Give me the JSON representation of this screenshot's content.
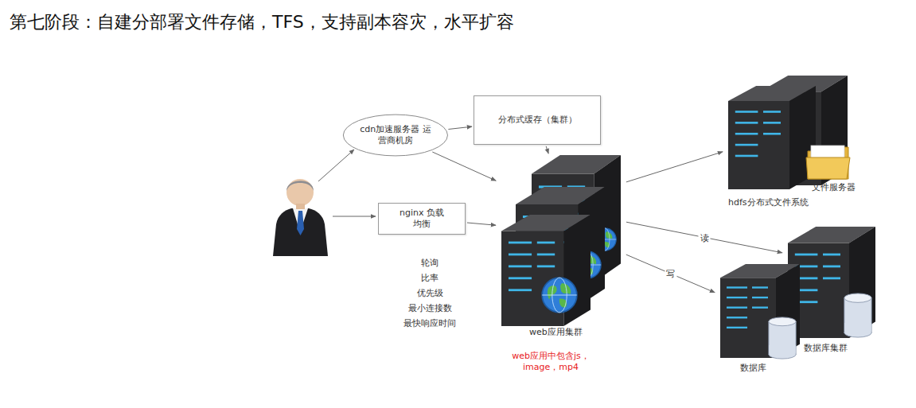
{
  "diagram": {
    "title": "第七阶段：自建分部署文件存储，TFS，支持副本容灾，水平扩容",
    "nodes": [
      {
        "text": [
          "cdn加速服务器 运营商机房"
        ]
      },
      {
        "text": [
          "分布式缓存（集群）"
        ]
      },
      {
        "text": [
          "nginx 负载均衡"
        ]
      },
      {
        "text": [
          "web应用集群"
        ]
      },
      {
        "text": [
          "hdfs分布式文件系统",
          "文件服务器"
        ]
      },
      {
        "text": [
          "数据库集群"
        ]
      },
      {
        "text": [
          "数据库"
        ]
      }
    ],
    "edges": [
      {
        "from": 0,
        "to": 1,
        "arrow": "to"
      },
      {
        "from": 0,
        "to": 3,
        "arrow": "to"
      },
      {
        "from": 1,
        "to": 3,
        "arrow": "to"
      },
      {
        "from": 2,
        "to": 3,
        "arrow": "to"
      },
      {
        "from": 3,
        "to": 4,
        "arrow": "to"
      },
      {
        "from": 3,
        "to": 5,
        "label": "读",
        "arrow": "to"
      },
      {
        "from": 3,
        "to": 6,
        "label": "写",
        "arrow": "to"
      }
    ],
    "labels": [
      "轮询",
      "比率",
      "优先级",
      "最小连接数",
      "最快响应时间",
      "web应用中包含js， image，mp4"
    ]
  }
}
